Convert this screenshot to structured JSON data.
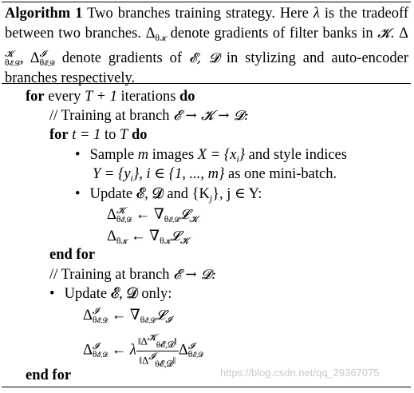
{
  "caption": {
    "label": "Algorithm 1",
    "text_part1": "Two branches training strategy. Here",
    "lambda": "λ",
    "text_part2": "is the tradeoff between two branches.",
    "text_part3": "denote gradients of filter banks in",
    "text_part4": "denote gradients of",
    "text_part5": "in stylizing and auto-encoder branches respectively."
  },
  "algorithm": {
    "for_kw": "for",
    "every": "every",
    "T_plus_1": "T + 1",
    "iterations": "iterations",
    "do_kw": "do",
    "comment1": "// Training at branch",
    "branch1_path": "𝓔 → 𝓚 → 𝓓:",
    "inner_for": "for",
    "t_range": "t = 1",
    "to_kw": "to",
    "T": "T",
    "inner_do": "do",
    "sample_text_a": "Sample",
    "m": "m",
    "sample_text_b": "images",
    "X_set": "X = {x",
    "sample_text_c": "and style indices",
    "Y_set": "Y = {y",
    "index_range": ", i ∈ {1, ..., m}",
    "minibatch": "as one mini-batch.",
    "update_text": "Update 𝓔, 𝓓 and {K",
    "update_tail": "}, j ∈ Y:",
    "end_for": "end for",
    "comment2": "// Training at branch",
    "branch2_path": "𝓔 → 𝓓:",
    "update_only": "Update 𝓔, 𝓓 only:",
    "end_for_outer": "end for"
  },
  "watermark": "https://blog.csdn.net/qq_29367075"
}
